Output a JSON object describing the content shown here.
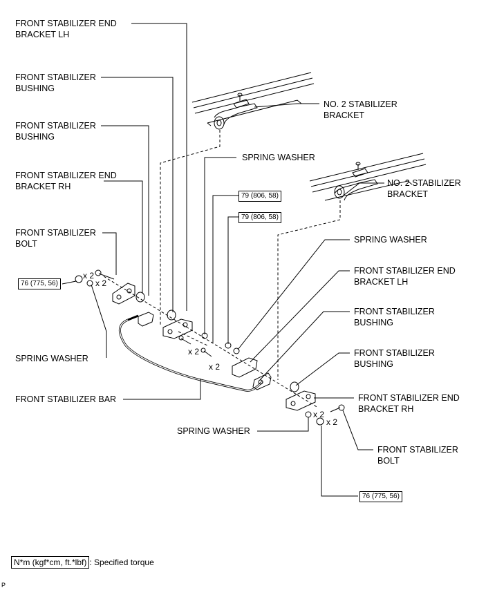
{
  "labels": {
    "end_bracket_lh_top": "FRONT STABILIZER END\nBRACKET LH",
    "bushing_1": "FRONT STABILIZER\nBUSHING",
    "bushing_2": "FRONT STABILIZER\nBUSHING",
    "end_bracket_rh_left": "FRONT STABILIZER END\nBRACKET RH",
    "bolt_left": "FRONT STABILIZER\nBOLT",
    "spring_washer_left": "SPRING WASHER",
    "stabilizer_bar": "FRONT STABILIZER BAR",
    "no2_bracket_top": "NO. 2 STABILIZER\nBRACKET",
    "spring_washer_mid": "SPRING WASHER",
    "no2_bracket_right": "NO. 2 STABILIZER\nBRACKET",
    "spring_washer_right": "SPRING WASHER",
    "end_bracket_lh_right": "FRONT STABILIZER END\nBRACKET LH",
    "bushing_right_1": "FRONT STABILIZER\nBUSHING",
    "bushing_right_2": "FRONT STABILIZER\nBUSHING",
    "end_bracket_rh_right": "FRONT STABILIZER END\nBRACKET RH",
    "spring_washer_bottom": "SPRING WASHER",
    "bolt_right": "FRONT STABILIZER\nBOLT"
  },
  "torques": {
    "t_left": "76 (775, 56)",
    "t_mid_1": "79 (806, 58)",
    "t_mid_2": "79 (806, 58)",
    "t_bottom": "76 (775, 56)"
  },
  "quantities": {
    "q1": "x 2",
    "q2": "x 2",
    "q3": "x 2",
    "q4": "x 2",
    "q5": "x 2",
    "q6": "x 2"
  },
  "legend": {
    "box_text": "N*m (kgf*cm, ft.*lbf)",
    "description": ": Specified torque"
  },
  "figure_code": "P"
}
